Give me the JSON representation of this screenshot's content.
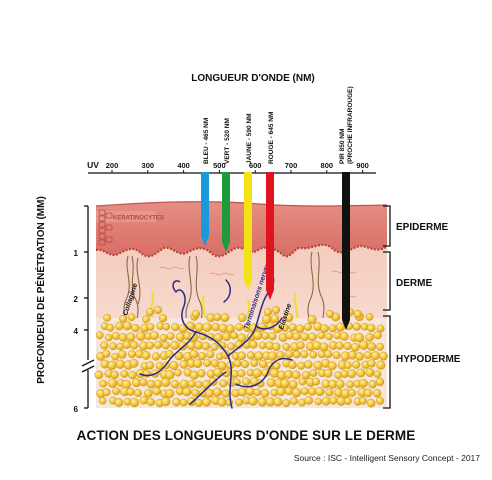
{
  "axis_top": {
    "title": "LONGUEUR D'ONDE (NM)",
    "uv_label": "UV",
    "ticks": [
      "200",
      "300",
      "400",
      "500",
      "600",
      "700",
      "800",
      "900"
    ]
  },
  "axis_left": {
    "title": "PROFONDEUR DE PÉNÉTRATION (MM)",
    "ticks": [
      "1",
      "2",
      "4",
      "6"
    ]
  },
  "wavelengths": [
    {
      "label": "BLEU - 465 NM",
      "color": "#1a9ad8"
    },
    {
      "label": "VERT - 520 NM",
      "color": "#1e9a3c"
    },
    {
      "label": "JAUNE - 590 NM",
      "color": "#f3e316"
    },
    {
      "label": "ROUGE - 645 NM",
      "color": "#e0141e"
    },
    {
      "label_line1": "PIR 850 NM",
      "label_line2": "(PROCHE INFRAROUGE)",
      "color": "#111111"
    }
  ],
  "layers": {
    "epiderme": "EPIDERME",
    "derme": "DERME",
    "hypoderme": "HYPODERME"
  },
  "annotations": {
    "keratinocytes": "KERATINOCYTES",
    "collagene": "Collagène",
    "terminaisons": "Terminaisons nerveuses",
    "elastine": "Elastine"
  },
  "title": "ACTION DES LONGUEURS D'ONDE SUR LE DERME",
  "source": "Source : ISC - Intelligent Sensory Concept - 2017"
}
